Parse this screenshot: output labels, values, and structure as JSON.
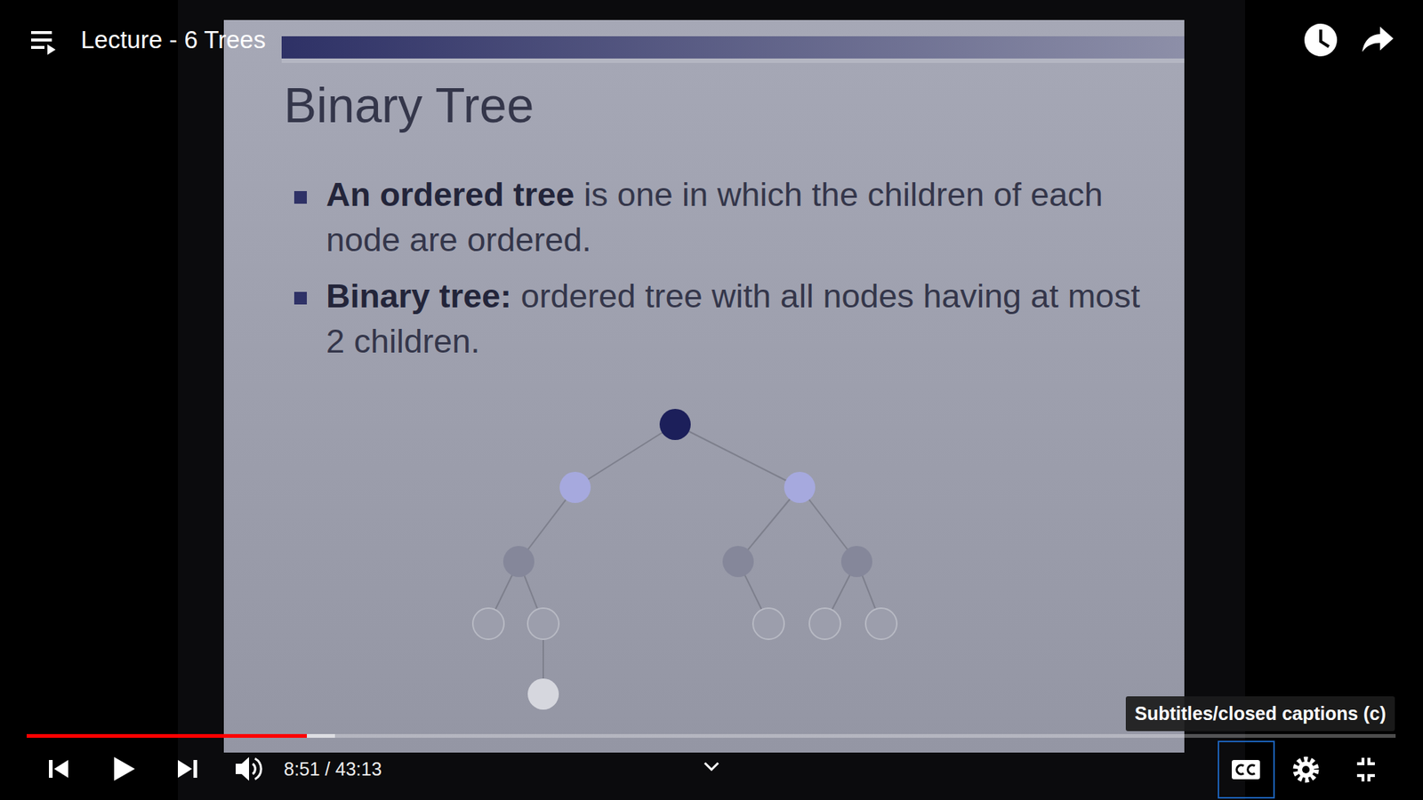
{
  "diagram": {
    "title": "Binary Tree",
    "labels": [
      "Lecture - 6 Trees",
      "An ordered tree",
      "is one in which the children of each node are ordered.",
      "Binary tree:",
      "ordered tree with all nodes having at most 2 children.",
      "8:51 / 43:13",
      "Subtitles/closed captions (c)"
    ]
  }
}
